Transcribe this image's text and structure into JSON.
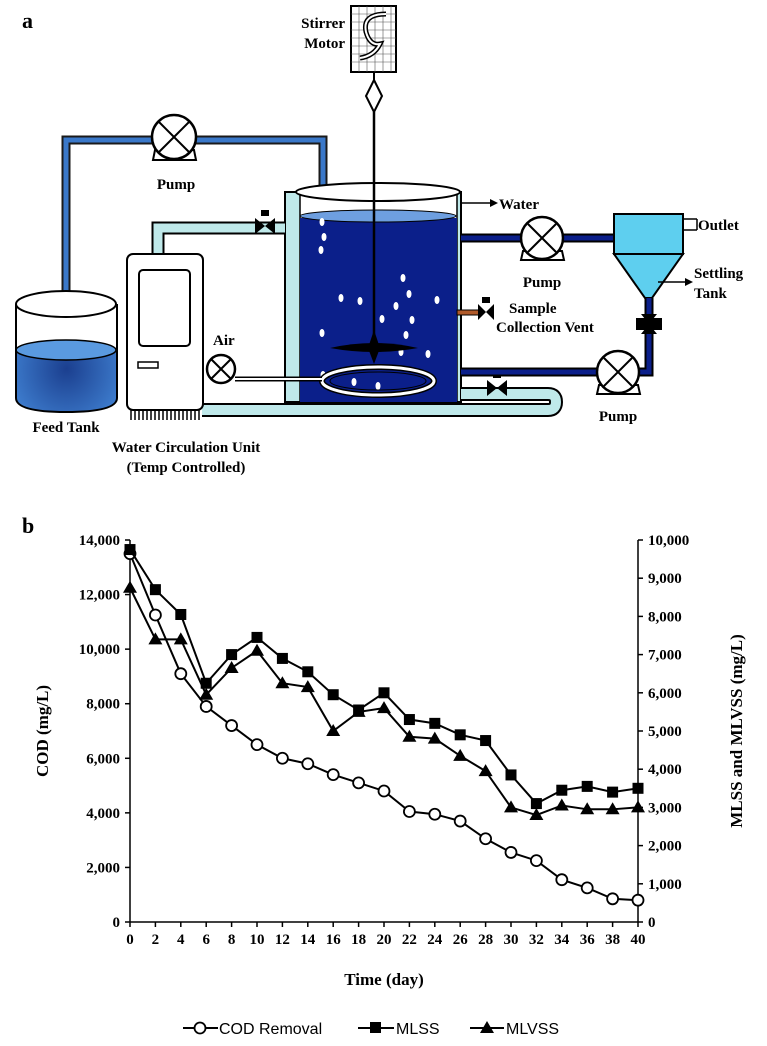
{
  "panel_a": {
    "label": "a",
    "labels": {
      "stirrer_motor": [
        "Stirrer",
        "Motor"
      ],
      "pump_feed": "Pump",
      "water": "Water",
      "pump_settle": "Pump",
      "outlet": "Outlet",
      "settling_tank": [
        "Settling",
        "Tank"
      ],
      "sample_vent": [
        "Sample",
        "Collection Vent"
      ],
      "air": "Air",
      "feed_tank": "Feed Tank",
      "water_circ": [
        "Water Circulation Unit",
        "(Temp Controlled)"
      ],
      "pump_return": "Pump"
    },
    "colors": {
      "reactor_water": "#0b1f8a",
      "feed_pipe": "#3a78c9",
      "jacket": "#bfe9ea",
      "settling_tank": "#5ecfef",
      "dark_pipe": "#0b1f8a"
    }
  },
  "panel_b": {
    "label": "b"
  },
  "chart_data": {
    "type": "line",
    "xlabel": "Time (day)",
    "ylabel": "COD (mg/L)",
    "y2label": "MLSS and MLVSS (mg/L)",
    "x": [
      0,
      2,
      4,
      6,
      8,
      10,
      12,
      14,
      16,
      18,
      20,
      22,
      24,
      26,
      28,
      30,
      32,
      34,
      36,
      38,
      40
    ],
    "xlim": [
      0,
      40
    ],
    "ylim": [
      0,
      14000
    ],
    "y2lim": [
      0,
      10000
    ],
    "x_ticks": [
      "0",
      "2",
      "4",
      "6",
      "8",
      "10",
      "12",
      "14",
      "16",
      "18",
      "20",
      "22",
      "24",
      "26",
      "28",
      "30",
      "32",
      "34",
      "36",
      "38",
      "40"
    ],
    "y_ticks": [
      "0",
      "2,000",
      "4,000",
      "6,000",
      "8,000",
      "10,000",
      "12,000",
      "14,000"
    ],
    "y2_ticks": [
      "0",
      "1,000",
      "2,000",
      "3,000",
      "4,000",
      "5,000",
      "6,000",
      "7,000",
      "8,000",
      "9,000",
      "10,000"
    ],
    "series": [
      {
        "name": "COD Removal",
        "axis": "left",
        "marker": "circle-open",
        "values": [
          13500,
          11250,
          9100,
          7900,
          7200,
          6500,
          6000,
          5800,
          5400,
          5100,
          4800,
          4050,
          3950,
          3700,
          3050,
          2550,
          2250,
          1550,
          1250,
          850,
          800
        ]
      },
      {
        "name": "MLSS",
        "axis": "right",
        "marker": "square-filled",
        "values": [
          9750,
          8700,
          8050,
          6250,
          7000,
          7450,
          6900,
          6550,
          5950,
          5550,
          6000,
          5300,
          5200,
          4900,
          4750,
          3850,
          3100,
          3450,
          3550,
          3400,
          3500
        ]
      },
      {
        "name": "MLVSS",
        "axis": "right",
        "marker": "triangle-filled",
        "values": [
          8750,
          7400,
          7400,
          5950,
          6650,
          7100,
          6250,
          6150,
          5000,
          5500,
          5600,
          4850,
          4800,
          4350,
          3950,
          3000,
          2800,
          3050,
          2950,
          2950,
          3000
        ]
      }
    ],
    "legend_position": "bottom-center",
    "grid": false
  }
}
